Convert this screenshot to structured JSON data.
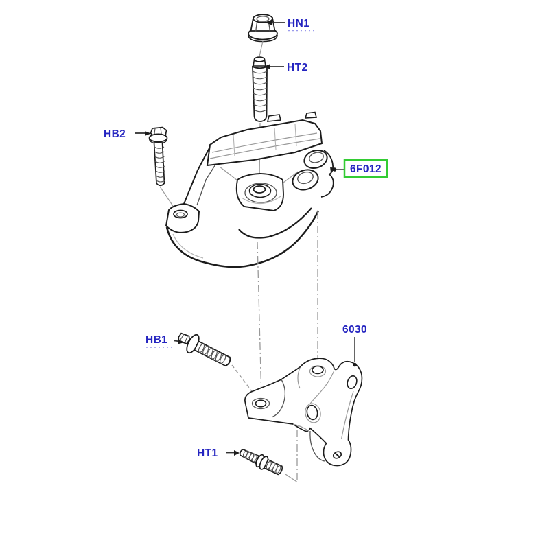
{
  "diagram": {
    "kind": "exploded-parts-diagram",
    "subject": "engine-mount-assembly",
    "background": "#ffffff",
    "label_color": "#2424c0",
    "highlight_box_color": "#33cc33",
    "line_color": "#1c1c1c",
    "centerline_color": "#999999"
  },
  "callouts": {
    "hn1": {
      "label": "HN1",
      "part": "flange-nut",
      "highlighted": false
    },
    "ht2": {
      "label": "HT2",
      "part": "threaded-stud",
      "highlighted": false
    },
    "hb2": {
      "label": "HB2",
      "part": "long-flange-bolt",
      "highlighted": false
    },
    "f012": {
      "label": "6F012",
      "part": "engine-mount",
      "highlighted": true
    },
    "hb1": {
      "label": "HB1",
      "part": "flange-bolt",
      "highlighted": false
    },
    "b6030": {
      "label": "6030",
      "part": "mount-bracket",
      "highlighted": false
    },
    "ht1": {
      "label": "HT1",
      "part": "double-ended-stud",
      "highlighted": false
    }
  }
}
